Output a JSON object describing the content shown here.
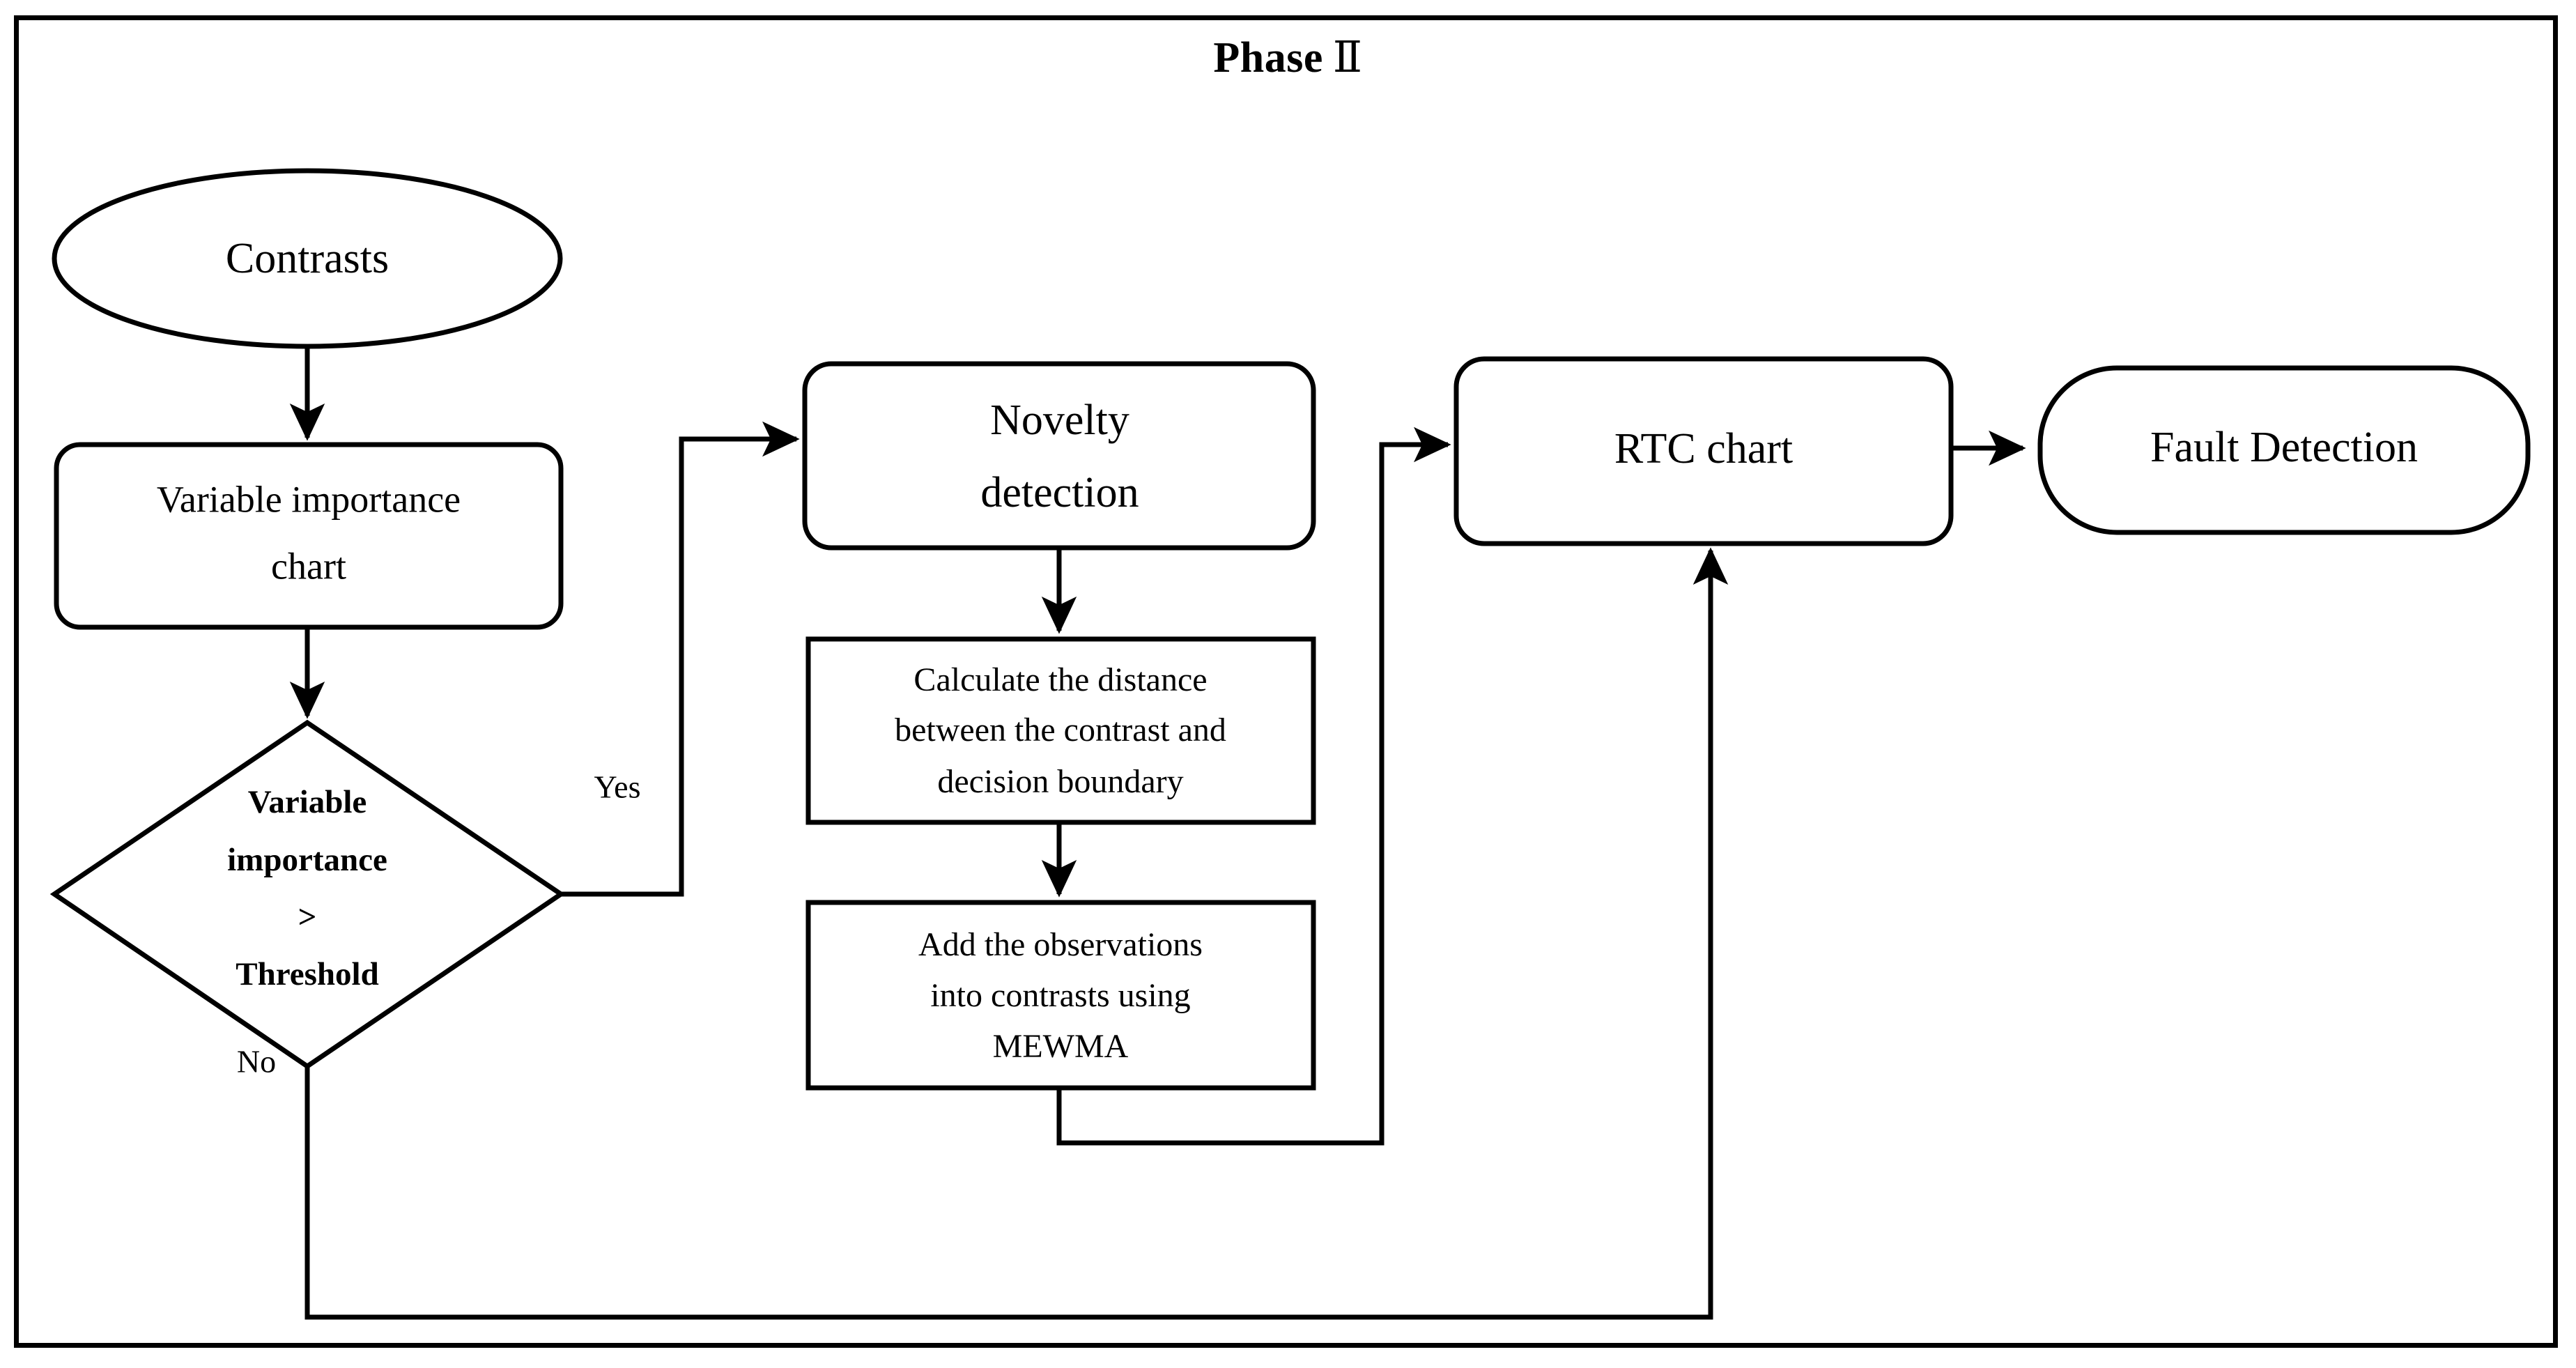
{
  "figure": {
    "title_text": "Phase",
    "title_numeral": "Ⅱ",
    "border_color": "#000000",
    "background_color": "#ffffff"
  },
  "nodes": {
    "contrasts": {
      "label": "Contrasts",
      "shape": "ellipse"
    },
    "variable_importance_chart": {
      "line1": "Variable importance",
      "line2": "chart",
      "shape": "rounded-rect"
    },
    "decision": {
      "line1": "Variable",
      "line2": "importance",
      "line3": ">",
      "line4": "Threshold",
      "shape": "diamond"
    },
    "novelty_detection": {
      "line1": "Novelty",
      "line2": "detection",
      "shape": "rounded-rect"
    },
    "calculate_distance": {
      "line1": "Calculate the distance",
      "line2": "between the contrast and",
      "line3": "decision boundary",
      "shape": "rect"
    },
    "add_observations": {
      "line1": "Add the observations",
      "line2": "into contrasts using",
      "line3": "MEWMA",
      "shape": "rect"
    },
    "rtc_chart": {
      "label": "RTC chart",
      "shape": "rounded-rect"
    },
    "fault_detection": {
      "label": "Fault Detection",
      "shape": "stadium"
    }
  },
  "edge_labels": {
    "yes": "Yes",
    "no": "No"
  }
}
